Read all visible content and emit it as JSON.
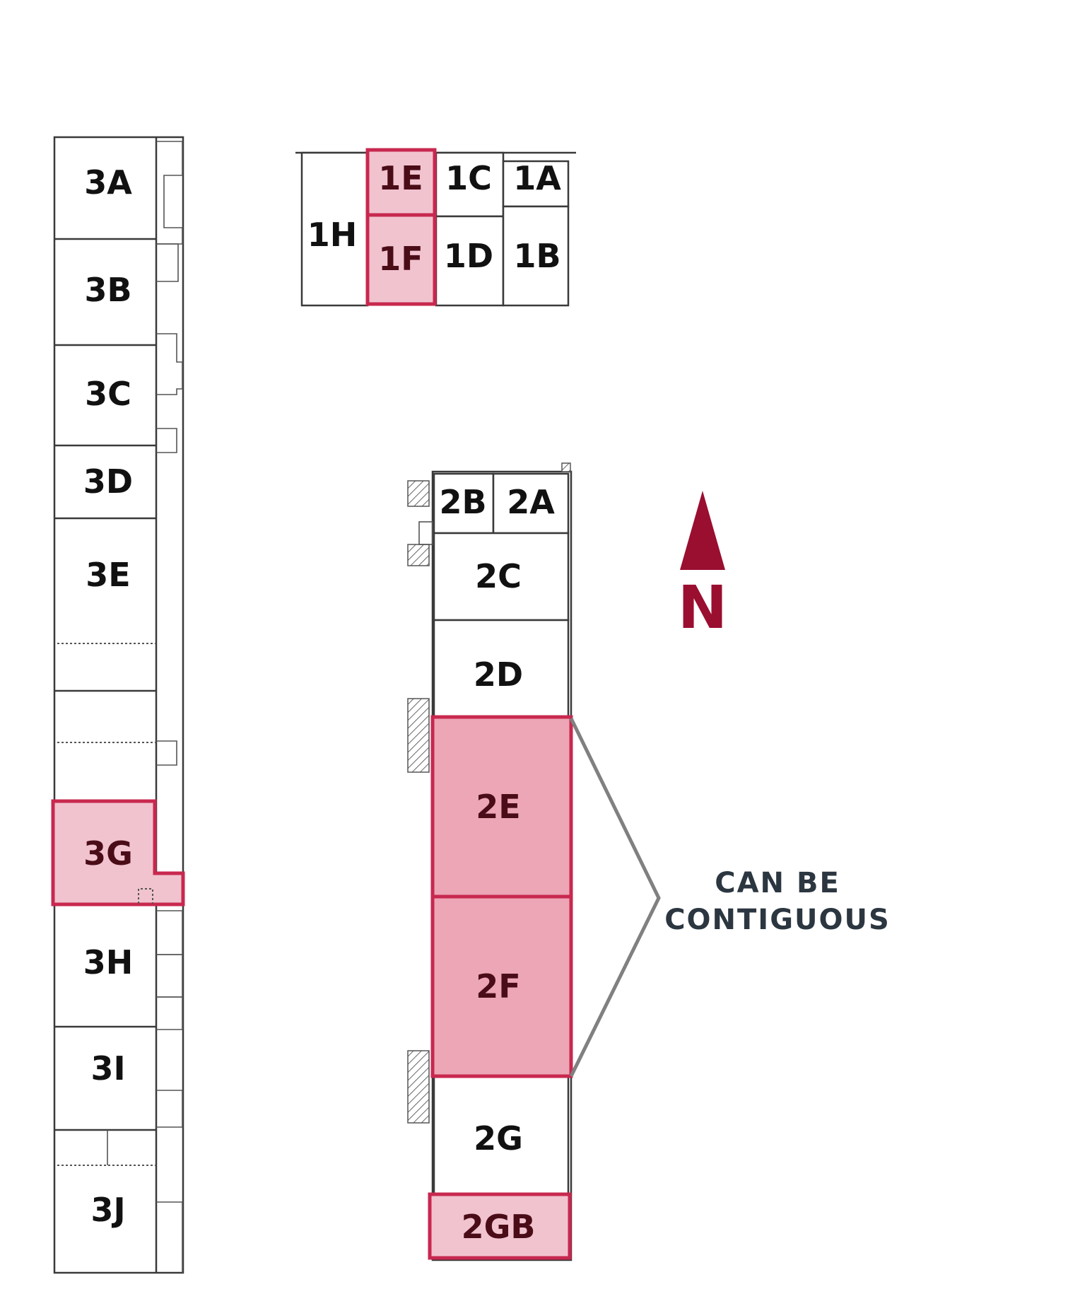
{
  "colors": {
    "highlight_fill_light": "#f1c3cf",
    "highlight_fill_medium": "#eca6b6",
    "highlight_stroke": "#c8284f",
    "north_arrow": "#9a0e30",
    "callout_text": "#2b3640",
    "callout_bracket": "#808080"
  },
  "building3": {
    "units": [
      {
        "id": "3A",
        "label": "3A",
        "highlighted": false
      },
      {
        "id": "3B",
        "label": "3B",
        "highlighted": false
      },
      {
        "id": "3C",
        "label": "3C",
        "highlighted": false
      },
      {
        "id": "3D",
        "label": "3D",
        "highlighted": false
      },
      {
        "id": "3E",
        "label": "3E",
        "highlighted": false
      },
      {
        "id": "3G",
        "label": "3G",
        "highlighted": true
      },
      {
        "id": "3H",
        "label": "3H",
        "highlighted": false
      },
      {
        "id": "3I",
        "label": "3I",
        "highlighted": false
      },
      {
        "id": "3J",
        "label": "3J",
        "highlighted": false
      }
    ]
  },
  "building1": {
    "units": [
      {
        "id": "1H",
        "label": "1H",
        "highlighted": false
      },
      {
        "id": "1E",
        "label": "1E",
        "highlighted": true
      },
      {
        "id": "1F",
        "label": "1F",
        "highlighted": true
      },
      {
        "id": "1C",
        "label": "1C",
        "highlighted": false
      },
      {
        "id": "1D",
        "label": "1D",
        "highlighted": false
      },
      {
        "id": "1A",
        "label": "1A",
        "highlighted": false
      },
      {
        "id": "1B",
        "label": "1B",
        "highlighted": false
      }
    ]
  },
  "building2": {
    "units": [
      {
        "id": "2B",
        "label": "2B",
        "highlighted": false
      },
      {
        "id": "2A",
        "label": "2A",
        "highlighted": false
      },
      {
        "id": "2C",
        "label": "2C",
        "highlighted": false
      },
      {
        "id": "2D",
        "label": "2D",
        "highlighted": false
      },
      {
        "id": "2E",
        "label": "2E",
        "highlighted": true
      },
      {
        "id": "2F",
        "label": "2F",
        "highlighted": true
      },
      {
        "id": "2G",
        "label": "2G",
        "highlighted": false
      },
      {
        "id": "2GB",
        "label": "2GB",
        "highlighted": true
      }
    ]
  },
  "north_arrow": {
    "letter": "N",
    "icon": "north-arrow-icon"
  },
  "callout": {
    "line1": "CAN BE",
    "line2": "CONTIGUOUS"
  }
}
